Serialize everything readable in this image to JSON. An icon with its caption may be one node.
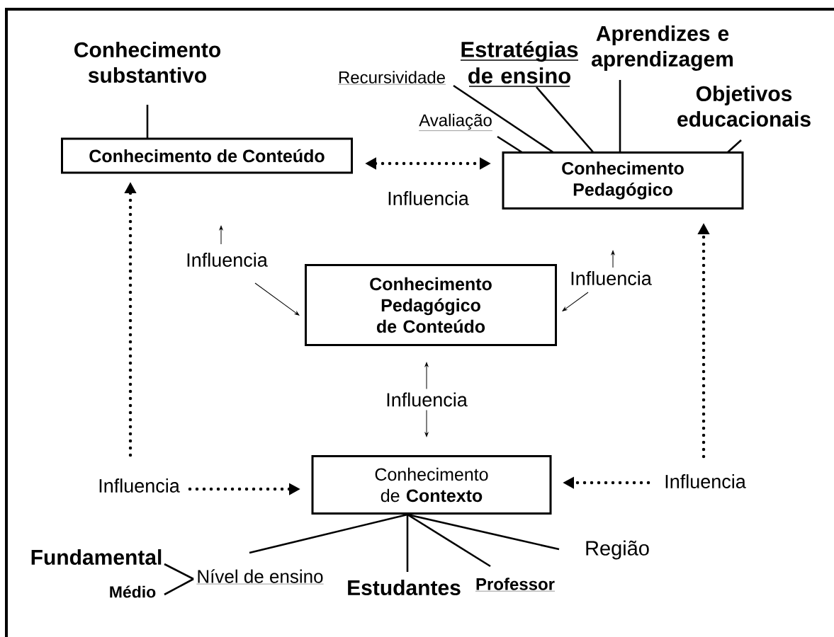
{
  "diagram": {
    "nodes": [
      {
        "text": [
          "Conhecimento substantivo"
        ]
      },
      {
        "text": [
          "Conhecimento de Conteúdo"
        ]
      },
      {
        "text": [
          "Conhecimento Pedagógico"
        ]
      },
      {
        "text": [
          "Recursividade"
        ]
      },
      {
        "text": [
          "Avaliação"
        ]
      },
      {
        "text": [
          "Estratégias de ensino"
        ]
      },
      {
        "text": [
          "Aprendizes e aprendizagem"
        ]
      },
      {
        "text": [
          "Objetivos educacionais"
        ]
      },
      {
        "text": [
          "Conhecimento Pedagógico de Conteúdo"
        ]
      },
      {
        "text": [
          "Conhecimento de **Contexto**"
        ]
      },
      {
        "text": [
          "Fundamental"
        ]
      },
      {
        "text": [
          "Médio"
        ]
      },
      {
        "text": [
          "Nível de ensino"
        ]
      },
      {
        "text": [
          "Estudantes"
        ]
      },
      {
        "text": [
          "Professor"
        ]
      },
      {
        "text": [
          "Região"
        ]
      },
      {
        "text": [
          "Influencia"
        ]
      },
      {
        "text": [
          "Influencia"
        ]
      },
      {
        "text": [
          "Influencia"
        ]
      },
      {
        "text": [
          "Influencia"
        ]
      }
    ],
    "edges": [
      {
        "from": 0,
        "to": 1,
        "arrow": "none"
      },
      {
        "from": 3,
        "to": 2,
        "arrow": "none"
      },
      {
        "from": 4,
        "to": 2,
        "arrow": "none"
      },
      {
        "from": 5,
        "to": 2,
        "arrow": "none"
      },
      {
        "from": 6,
        "to": 2,
        "arrow": "none"
      },
      {
        "from": 7,
        "to": 2,
        "arrow": "none"
      },
      {
        "from": 9,
        "to": 12,
        "arrow": "none"
      },
      {
        "from": 9,
        "to": 13,
        "arrow": "none"
      },
      {
        "from": 9,
        "to": 14,
        "arrow": "none"
      },
      {
        "from": 9,
        "to": 15,
        "arrow": "none"
      },
      {
        "from": 12,
        "to": 10,
        "arrow": "none"
      },
      {
        "from": 12,
        "to": 11,
        "arrow": "none"
      },
      {
        "from": 1,
        "to": 2,
        "arrow": "both",
        "style": "dashed",
        "label": "Influencia"
      },
      {
        "from": 16,
        "to": 1,
        "arrow": "to",
        "style": "dashed"
      },
      {
        "from": 16,
        "to": 9,
        "arrow": "to",
        "style": "dashed"
      },
      {
        "from": 17,
        "to": 9,
        "arrow": "to",
        "style": "dashed"
      },
      {
        "from": 17,
        "to": 2,
        "arrow": "to",
        "style": "dashed"
      },
      {
        "from": 18,
        "to": 8,
        "arrow": "to"
      },
      {
        "from": 18,
        "to": null,
        "arrow": "to"
      },
      {
        "from": 19,
        "to": 8,
        "arrow": "to"
      },
      {
        "from": 19,
        "to": null,
        "arrow": "to"
      },
      {
        "from": 9,
        "to": 8,
        "arrow": "both",
        "label": "Influencia"
      }
    ]
  }
}
